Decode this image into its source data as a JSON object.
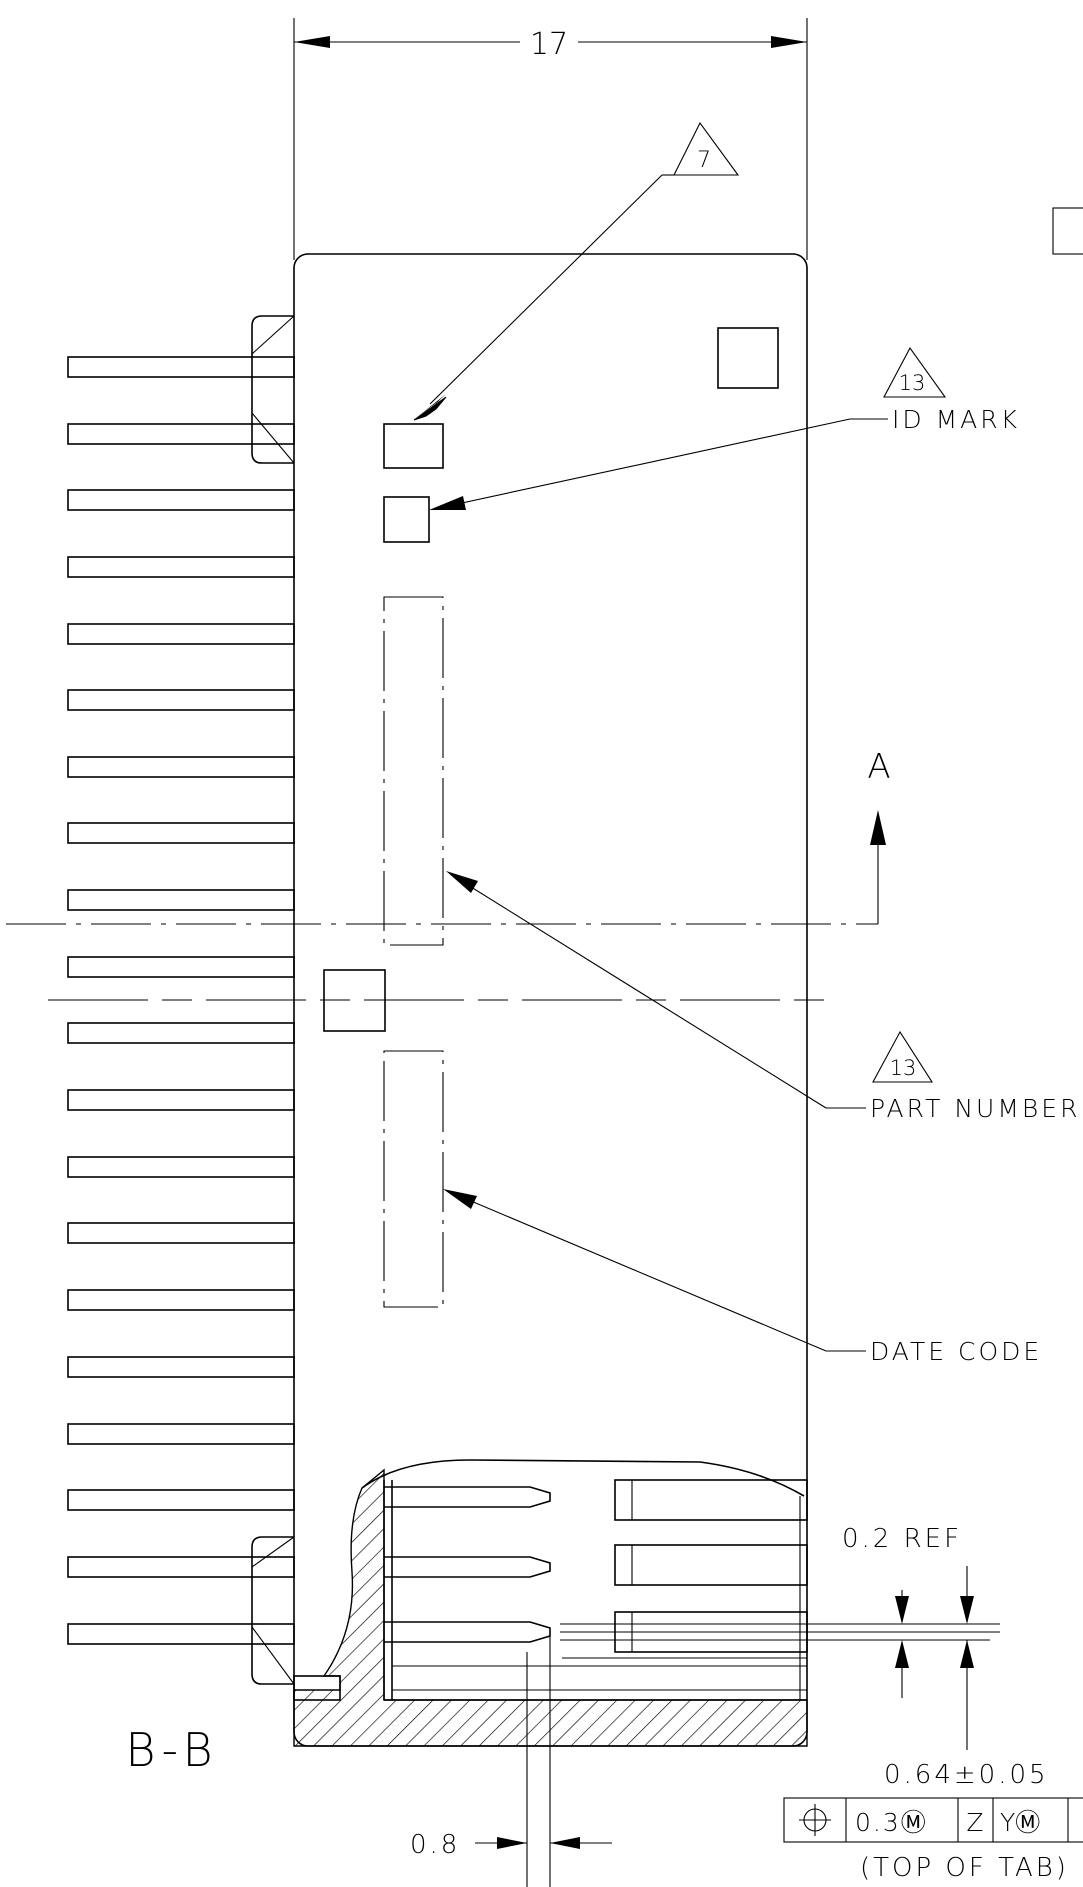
{
  "dimensions": {
    "width_top": "17",
    "ref": "0.2 REF",
    "offset": "0.64±0.05",
    "pitch": "0.8"
  },
  "callouts": {
    "note7_number": "7",
    "note13_number": "13",
    "id_mark": "ID MARK",
    "part_number": "PART NUMBER",
    "date_code": "DATE CODE",
    "section_arrow": "A",
    "section_label": "B-B"
  },
  "fcf": {
    "symbol_icon": "position-tolerance-icon",
    "tolerance": "0.3Ⓜ",
    "datum1": "Z",
    "datum2": "YⓂ",
    "note": "(TOP OF TAB)"
  },
  "colors": {
    "line": "#000000",
    "background": "#ffffff"
  }
}
